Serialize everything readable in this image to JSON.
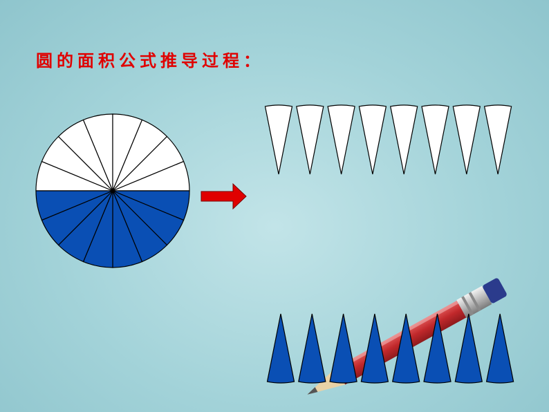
{
  "slide": {
    "title": "圆的面积公式推导过程：",
    "colors": {
      "title": "#e00000",
      "top_half_fill": "#ffffff",
      "bottom_half_fill": "#0a4fb4",
      "stroke": "#000000",
      "arrow": "#e00000"
    }
  },
  "diagram": {
    "circle_sectors_total": 16,
    "sectors_per_half": 8,
    "unrolled_white_sectors": 8,
    "unrolled_blue_sectors": 8,
    "arrow_direction": "right",
    "decoration": "pencil-icon"
  }
}
